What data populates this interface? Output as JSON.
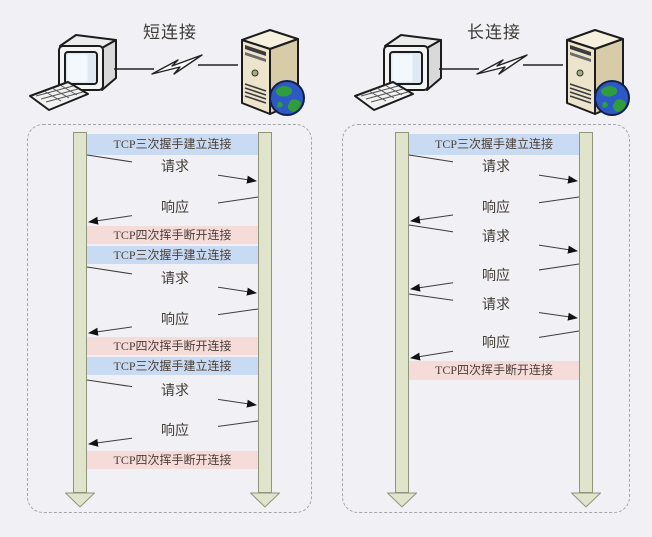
{
  "page": {
    "background": "#f1f0f5"
  },
  "colors": {
    "band_connect_bg": "#c9dbf2",
    "band_disconnect_bg": "#f6dcd8",
    "lifeline_fill": "#dfe4ca",
    "lifeline_border": "#8f947f",
    "dashed_border": "#a3a3ab",
    "arrow_color": "#3c3c3c",
    "text_color": "#4b3f37"
  },
  "icons": {
    "client": "desktop-computer-icon",
    "server": "server-globe-icon",
    "link": "lightning-bolt-icon"
  },
  "left_panel": {
    "title": "短连接",
    "sequence": [
      {
        "type": "band",
        "style": "connect",
        "label": "TCP三次握手建立连接"
      },
      {
        "type": "arrow",
        "dir": "right",
        "label": "请求"
      },
      {
        "type": "arrow",
        "dir": "left",
        "label": "响应"
      },
      {
        "type": "band",
        "style": "disconnect",
        "label": "TCP四次挥手断开连接"
      },
      {
        "type": "band",
        "style": "connect",
        "label": "TCP三次握手建立连接"
      },
      {
        "type": "arrow",
        "dir": "right",
        "label": "请求"
      },
      {
        "type": "arrow",
        "dir": "left",
        "label": "响应"
      },
      {
        "type": "band",
        "style": "disconnect",
        "label": "TCP四次挥手断开连接"
      },
      {
        "type": "band",
        "style": "connect",
        "label": "TCP三次握手建立连接"
      },
      {
        "type": "arrow",
        "dir": "right",
        "label": "请求"
      },
      {
        "type": "arrow",
        "dir": "left",
        "label": "响应"
      },
      {
        "type": "band",
        "style": "disconnect",
        "label": "TCP四次挥手断开连接"
      }
    ]
  },
  "right_panel": {
    "title": "长连接",
    "sequence": [
      {
        "type": "band",
        "style": "connect",
        "label": "TCP三次握手建立连接"
      },
      {
        "type": "arrow",
        "dir": "right",
        "label": "请求"
      },
      {
        "type": "arrow",
        "dir": "left",
        "label": "响应"
      },
      {
        "type": "arrow",
        "dir": "right",
        "label": "请求"
      },
      {
        "type": "arrow",
        "dir": "left",
        "label": "响应"
      },
      {
        "type": "arrow",
        "dir": "right",
        "label": "请求"
      },
      {
        "type": "arrow",
        "dir": "left",
        "label": "响应"
      },
      {
        "type": "band",
        "style": "disconnect",
        "label": "TCP四次挥手断开连接"
      }
    ]
  }
}
